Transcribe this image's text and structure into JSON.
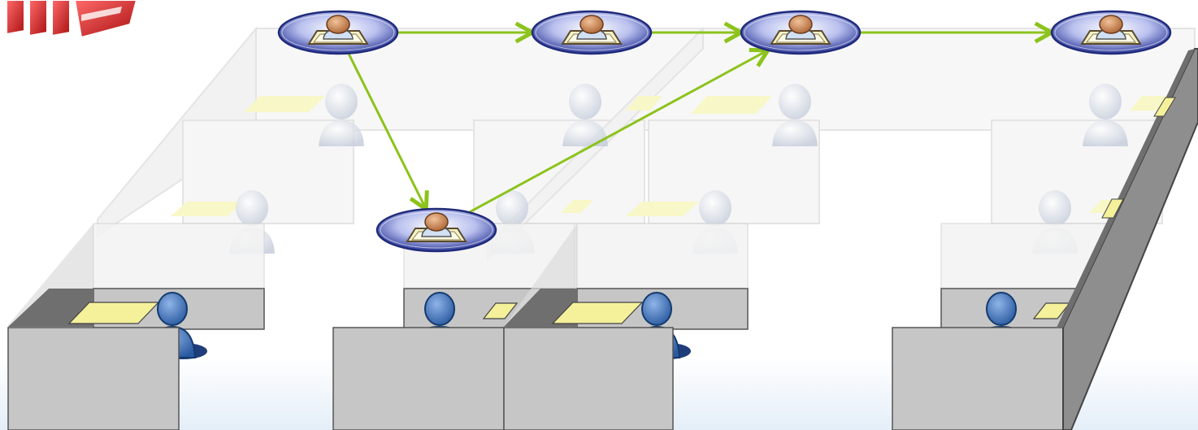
{
  "colors": {
    "background": "#ffffff",
    "floor_glow": "#e4eef8",
    "arrow": "#8cc31c",
    "node_ring": "#3a46a6",
    "node_fill": "#c9cff2",
    "cubicle_front": "#c6c6c6",
    "cubicle_side": "#8e8e8e",
    "cubicle_top": "#6f6f6f",
    "desk": "#f4f19a",
    "person_blue": "#3e6fb4",
    "person_ghost": "#d5dbe6",
    "folder_red": "#cc2222"
  },
  "diagram": {
    "type": "workflow",
    "nodes": [
      {
        "id": "n1",
        "icon": "reviewer-icon"
      },
      {
        "id": "n2",
        "icon": "reviewer-icon"
      },
      {
        "id": "n3",
        "icon": "reviewer-icon"
      },
      {
        "id": "n4",
        "icon": "reviewer-icon"
      },
      {
        "id": "n5",
        "icon": "reviewer-icon"
      }
    ],
    "edges": [
      {
        "from": "n1",
        "to": "n2"
      },
      {
        "from": "n2",
        "to": "n3"
      },
      {
        "from": "n3",
        "to": "n4"
      },
      {
        "from": "n1",
        "to": "n5"
      },
      {
        "from": "n5",
        "to": "n3"
      }
    ]
  },
  "decorations": {
    "documents_icon": "red-folders-icon",
    "office": "cubicle-office-illustration"
  }
}
